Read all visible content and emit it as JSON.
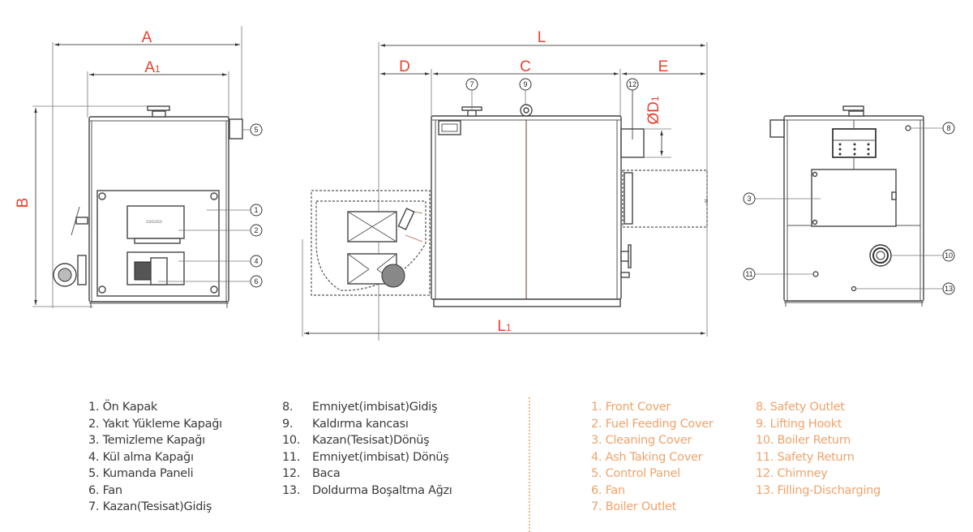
{
  "dimensions": {
    "front_view": {
      "width": "A",
      "inner_width": "A",
      "inner_width_sub": "1",
      "height": "B"
    },
    "side_view": {
      "length": "L",
      "burner_depth": "D",
      "body_length": "C",
      "chimney_offset": "E",
      "chimney_diameter": "ØD",
      "chimney_diameter_sub": "1",
      "total_length": "L",
      "total_length_sub": "1"
    }
  },
  "callouts": {
    "front": [
      "1",
      "2",
      "4",
      "5",
      "6"
    ],
    "side": [
      "7",
      "9",
      "12"
    ],
    "rear": [
      "3",
      "8",
      "10",
      "11",
      "13"
    ]
  },
  "legend_tr": [
    {
      "num": "1.",
      "label": "Ön Kapak"
    },
    {
      "num": "2.",
      "label": "Yakıt Yükleme Kapağı"
    },
    {
      "num": "3.",
      "label": "Temizleme Kapağı"
    },
    {
      "num": "4.",
      "label": "Kül alma Kapağı"
    },
    {
      "num": "5.",
      "label": "Kumanda Paneli"
    },
    {
      "num": "6.",
      "label": "Fan"
    },
    {
      "num": "7.",
      "label": "Kazan(Tesisat)Gidiş"
    },
    {
      "num": "8.",
      "label": "Emniyet(imbisat)Gidiş"
    },
    {
      "num": "9.",
      "label": "Kaldırma kancası"
    },
    {
      "num": "10.",
      "label": "Kazan(Tesisat)Dönüş"
    },
    {
      "num": "11.",
      "label": "Emniyet(imbisat) Dönüş"
    },
    {
      "num": "12.",
      "label": "Baca"
    },
    {
      "num": "13.",
      "label": "Doldurma Boşaltma Ağzı"
    }
  ],
  "legend_en": [
    {
      "num": "1.",
      "label": "Front Cover"
    },
    {
      "num": "2.",
      "label": "Fuel Feeding Cover"
    },
    {
      "num": "3.",
      "label": "Cleaning Cover"
    },
    {
      "num": "4.",
      "label": "Ash Taking Cover"
    },
    {
      "num": "5.",
      "label": "Control Panel"
    },
    {
      "num": "6.",
      "label": "Fan"
    },
    {
      "num": "7.",
      "label": "Boiler Outlet"
    },
    {
      "num": "8.",
      "label": "Safety Outlet"
    },
    {
      "num": "9.",
      "label": "Lifting Hookt"
    },
    {
      "num": "10.",
      "label": "Boiler Return"
    },
    {
      "num": "11.",
      "label": "Safety Return"
    },
    {
      "num": "12.",
      "label": "Chimney"
    },
    {
      "num": "13.",
      "label": "Filling-Discharging"
    }
  ],
  "colors": {
    "dimension": "#e8412e",
    "legend_en": "#f0a36a",
    "legend_tr": "#3a3a3a",
    "separator": "#f0b88a"
  }
}
